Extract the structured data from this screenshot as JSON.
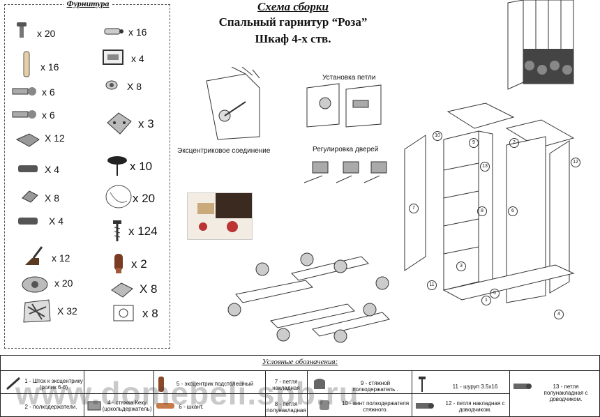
{
  "furniture": {
    "title": "Фурнитура",
    "left_items": [
      {
        "icon": "eccentric-rod-icon",
        "qty": "x 20"
      },
      {
        "icon": "dowel-icon",
        "qty": "x 16"
      },
      {
        "icon": "hinge-icon",
        "qty": "x 6"
      },
      {
        "icon": "hinge-icon",
        "qty": "x 6"
      },
      {
        "icon": "hinge-icon",
        "qty": "X 12"
      },
      {
        "icon": "hinge-icon",
        "qty": "X 4"
      },
      {
        "icon": "hinge-icon",
        "qty": "X 8"
      },
      {
        "icon": "hinge-icon",
        "qty": "X 4"
      },
      {
        "icon": "shelf-bracket-icon",
        "qty": "x 12"
      },
      {
        "icon": "eccentric-icon",
        "qty": "x 20"
      },
      {
        "icon": "screw-bag-icon",
        "qty": "X 32"
      }
    ],
    "right_items": [
      {
        "icon": "wall-anchor-icon",
        "qty": "x 16"
      },
      {
        "icon": "handle-icon",
        "qty": "x 4"
      },
      {
        "icon": "screw-cap-icon",
        "qty": "X 8"
      },
      {
        "icon": "bracket-icon",
        "qty": "x 3"
      },
      {
        "icon": "nail-icon",
        "qty": "x 10"
      },
      {
        "icon": "furniture-foot-icon",
        "qty": "x 20"
      },
      {
        "icon": "screw-icon",
        "qty": "x 124"
      },
      {
        "icon": "shelf-support-icon",
        "qty": "x 2"
      },
      {
        "icon": "clip-icon",
        "qty": "X 8"
      },
      {
        "icon": "round-plate-icon",
        "qty": "x 8"
      }
    ]
  },
  "header": {
    "title": "Схема сборки",
    "subtitle": "Спальный гарнитур “Роза”",
    "product": "Шкаф 4-х ств."
  },
  "diagrams": {
    "hinge_install": "Установка петли",
    "eccentric": "Эксцентриковое соединение",
    "door_adjust": "Регулировка дверей"
  },
  "legend": {
    "title": "Условные обозначения:",
    "items": [
      "1 - Шток к эксцентрику (ролик 6-6)",
      "2 - полкодержатели.",
      "4 - стяжка Кеку (цокольдержатель)",
      "5 - эксцентрик подстолешный",
      "6 - шкант.",
      "7 - петля накладная",
      "8 - петля полунакладная",
      "9 - стяжной полкодержатель .",
      "10 - винт полкодержателя стяжного.",
      "11 - шуруп 3.5х16",
      "12 - петля накладная с доводчиком.",
      "13 - петля полунакладная с доводчиком."
    ],
    "watermark": "www.domebeli.spb.ru"
  },
  "callouts": [
    "1",
    "2",
    "3",
    "4",
    "5",
    "6",
    "7",
    "8",
    "9",
    "10",
    "11",
    "12",
    "13"
  ]
}
